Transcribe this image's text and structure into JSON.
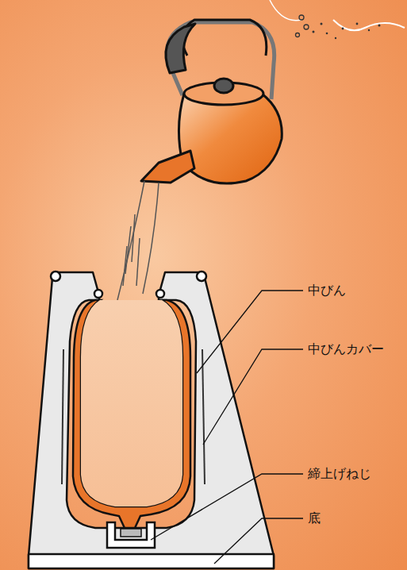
{
  "diagram": {
    "labels": [
      "中びん",
      "中びんカバー",
      "締上げねじ",
      "底"
    ]
  }
}
